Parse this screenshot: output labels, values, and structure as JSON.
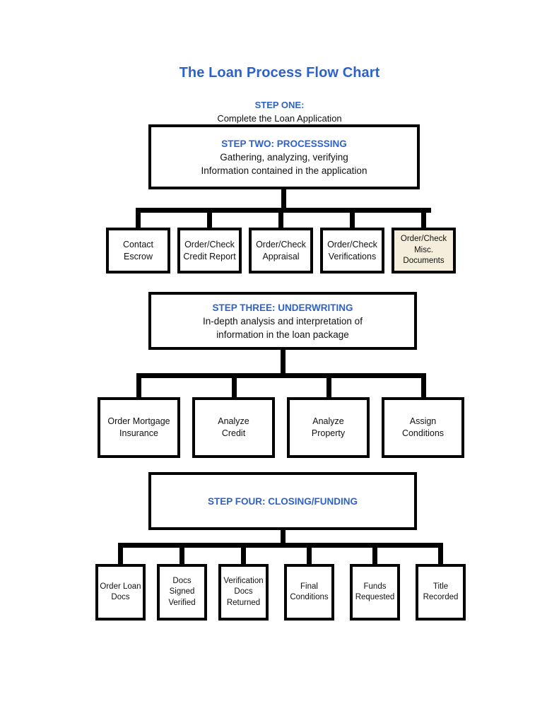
{
  "document": {
    "title": "The Loan Process Flow Chart",
    "accent_color": "#2E62C8",
    "text_color": "#111111",
    "line_color": "#000000",
    "highlight_fill": "#F5EEDC",
    "background": "#FFFFFF"
  },
  "step_one": {
    "heading": "STEP ONE:",
    "subtitle": "Complete the Loan Application"
  },
  "step_two": {
    "heading": "STEP TWO: PROCESSSING",
    "line1": "Gathering, analyzing, verifying",
    "line2": "Information contained in the application",
    "children": [
      {
        "line1": "Contact",
        "line2": "Escrow",
        "line3": "",
        "highlight": false
      },
      {
        "line1": "Order/Check",
        "line2": "Credit Report",
        "line3": "",
        "highlight": false
      },
      {
        "line1": "Order/Check",
        "line2": "Appraisal",
        "line3": "",
        "highlight": false
      },
      {
        "line1": "Order/Check",
        "line2": "Verifications",
        "line3": "",
        "highlight": false
      },
      {
        "line1": "Order/Check",
        "line2": "Misc.",
        "line3": "Documents",
        "highlight": true
      }
    ]
  },
  "step_three": {
    "heading": "STEP THREE: UNDERWRITING",
    "line1": "In-depth analysis and interpretation of",
    "line2": "information in the loan package",
    "children": [
      {
        "line1": "Order Mortgage",
        "line2": "Insurance",
        "line3": ""
      },
      {
        "line1": "Analyze",
        "line2": "Credit",
        "line3": ""
      },
      {
        "line1": "Analyze",
        "line2": "Property",
        "line3": ""
      },
      {
        "line1": "Assign",
        "line2": "Conditions",
        "line3": ""
      }
    ]
  },
  "step_four": {
    "heading": "STEP FOUR: CLOSING/FUNDING",
    "children": [
      {
        "line1": "Order Loan",
        "line2": "Docs",
        "line3": ""
      },
      {
        "line1": "Docs",
        "line2": "Signed",
        "line3": "Verified"
      },
      {
        "line1": "Verification",
        "line2": "Docs",
        "line3": "Returned"
      },
      {
        "line1": "Final",
        "line2": "Conditions",
        "line3": ""
      },
      {
        "line1": "Funds",
        "line2": "Requested",
        "line3": ""
      },
      {
        "line1": "Title",
        "line2": "Recorded",
        "line3": ""
      }
    ]
  }
}
